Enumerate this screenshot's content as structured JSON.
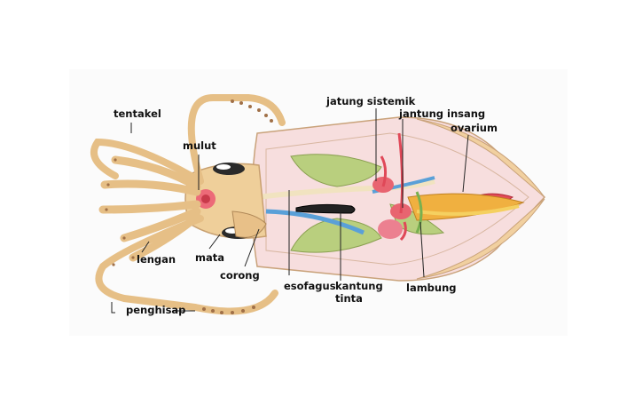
{
  "labels": {
    "tentakel": "tentakel",
    "mulut": "mulut",
    "lengan": "lengan",
    "mata": "mata",
    "corong": "corong",
    "esofagus": "esofagus",
    "kantung_tinta_1": "kantung",
    "kantung_tinta_2": "tinta",
    "jantung_sistemik": "jatung sistemik",
    "jantung_insang": "jantung insang",
    "ovarium": "ovarium",
    "lambung": "lambung",
    "penghisap": "penghisap"
  },
  "colors": {
    "body_skin": "#e9c48c",
    "mantle": "#f6dcdc",
    "gill": "#b7cc7a",
    "heart": "#e86470",
    "esophagus_tube": "#5aa0d8",
    "ink_sac": "#222222",
    "stomach": "#e8a030",
    "ovary": "#e04050"
  }
}
